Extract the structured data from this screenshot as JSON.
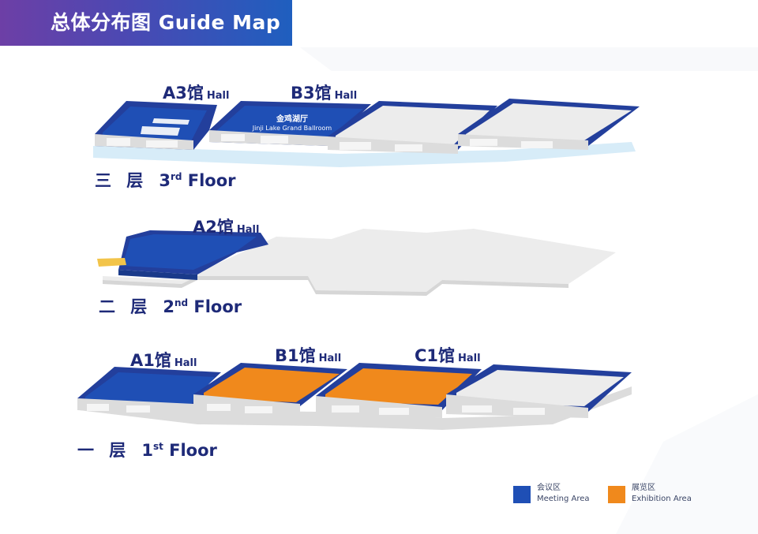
{
  "header": {
    "title": "总体分布图 Guide Map"
  },
  "colors": {
    "meeting": "#1f4fb5",
    "exhibition": "#f0891c",
    "wall": "#233f9c",
    "floor_gray": "#ececec",
    "label_navy": "#1e2a78",
    "accent_yellow": "#f2c44a"
  },
  "floors": [
    {
      "cn": "三 层",
      "num": "3",
      "suffix": "rd",
      "word": "Floor"
    },
    {
      "cn": "二 层",
      "num": "2",
      "suffix": "nd",
      "word": "Floor"
    },
    {
      "cn": "一 层",
      "num": "1",
      "suffix": "st",
      "word": "Floor"
    }
  ],
  "halls": {
    "a3": {
      "code": "A3馆",
      "word": "Hall"
    },
    "b3": {
      "code": "B3馆",
      "word": "Hall"
    },
    "a2": {
      "code": "A2馆",
      "word": "Hall"
    },
    "a1": {
      "code": "A1馆",
      "word": "Hall"
    },
    "b1": {
      "code": "B1馆",
      "word": "Hall"
    },
    "c1": {
      "code": "C1馆",
      "word": "Hall"
    }
  },
  "ballroom": {
    "cn": "金鸡湖厅",
    "en": "Jinji Lake Grand Ballroom"
  },
  "legend": [
    {
      "cn": "会议区",
      "en": "Meeting Area",
      "color_key": "meeting"
    },
    {
      "cn": "展览区",
      "en": "Exhibition Area",
      "color_key": "exhibition"
    }
  ]
}
